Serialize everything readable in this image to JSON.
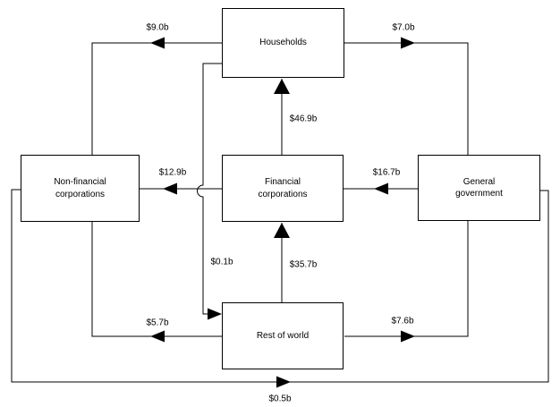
{
  "diagram": {
    "type": "sector-flow-diagram",
    "colors": {
      "background": "#ffffff",
      "line": "#000000",
      "box_fill": "#ffffff",
      "text": "#000000"
    },
    "boxes": [
      {
        "id": "households",
        "label": "Households"
      },
      {
        "id": "non-financial-corporations",
        "label": "Non-financial\ncorporations"
      },
      {
        "id": "financial-corporations",
        "label": "Financial\ncorporations"
      },
      {
        "id": "general-government",
        "label": "General\ngovernment"
      },
      {
        "id": "rest-of-world",
        "label": "Rest of world"
      }
    ],
    "flows": [
      {
        "from": "households",
        "to": "non-financial-corporations",
        "label": "$9.0b",
        "direction": "left"
      },
      {
        "from": "households",
        "to": "general-government",
        "label": "$7.0b",
        "direction": "right"
      },
      {
        "from": "financial-corporations",
        "to": "households",
        "label": "$46.9b",
        "direction": "up"
      },
      {
        "from": "financial-corporations",
        "to": "non-financial-corporations",
        "label": "$12.9b",
        "direction": "left"
      },
      {
        "from": "general-government",
        "to": "financial-corporations",
        "label": "$16.7b",
        "direction": "left"
      },
      {
        "from": "households",
        "to": "rest-of-world",
        "label": "$0.1b",
        "direction": "right"
      },
      {
        "from": "rest-of-world",
        "to": "financial-corporations",
        "label": "$35.7b",
        "direction": "up"
      },
      {
        "from": "rest-of-world",
        "to": "non-financial-corporations",
        "label": "$5.7b",
        "direction": "left"
      },
      {
        "from": "rest-of-world",
        "to": "general-government",
        "label": "$7.6b",
        "direction": "right"
      },
      {
        "from": "non-financial-corporations",
        "to": "general-government",
        "label": "$0.5b",
        "direction": "right"
      }
    ]
  }
}
